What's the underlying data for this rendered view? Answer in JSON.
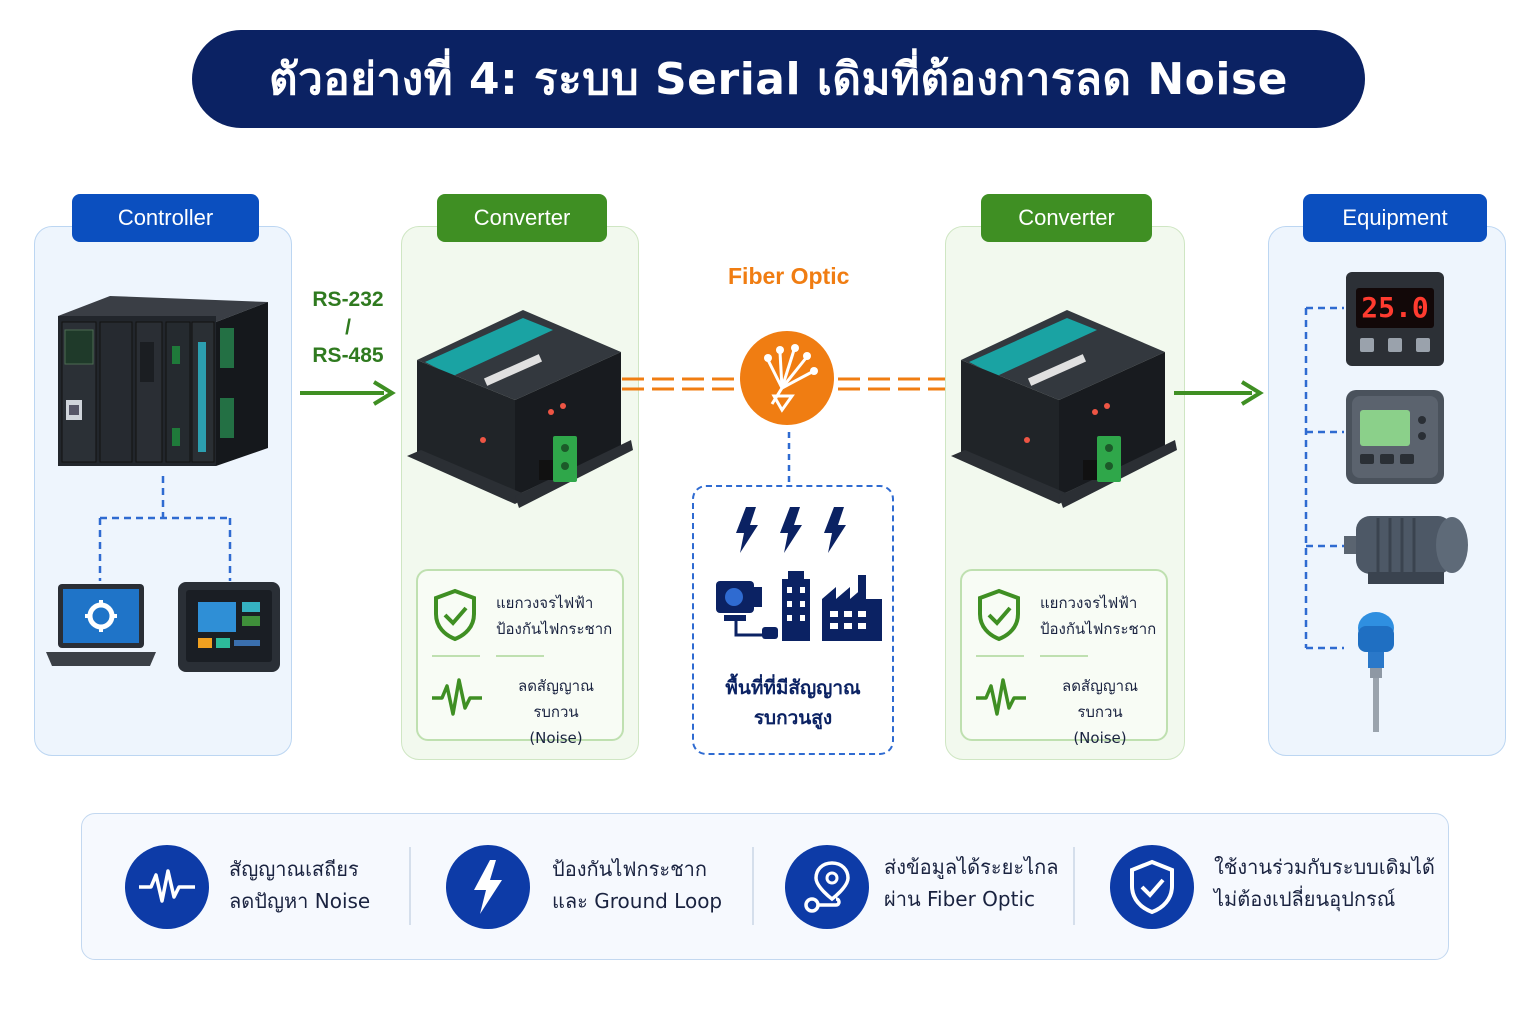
{
  "title": "ตัวอย่างที่ 4: ระบบ Serial เดิมที่ต้องการลด Noise",
  "nodes": {
    "controller": "Controller",
    "converter_left": "Converter",
    "converter_right": "Converter",
    "equipment": "Equipment"
  },
  "links": {
    "rs_line1": "RS-232",
    "rs_line2": "/",
    "rs_line3": "RS-485",
    "fiber": "Fiber Optic"
  },
  "converter_features": {
    "isolation_line1": "แยกวงจรไฟฟ้า",
    "isolation_line2": "ป้องกันไฟกระชาก",
    "noise_line1": "ลดสัญญาณรบกวน",
    "noise_line2": "(Noise)"
  },
  "equipment_display": "25.0",
  "noise_zone": {
    "line1": "พื้นที่ที่มีสัญญาณ",
    "line2": "รบกวนสูง"
  },
  "benefits": [
    {
      "line1": "สัญญาณเสถียร",
      "line2": "ลดปัญหา Noise",
      "icon": "waveform-icon"
    },
    {
      "line1": "ป้องกันไฟกระชาก",
      "line2": "และ Ground Loop",
      "icon": "lightning-icon"
    },
    {
      "line1": "ส่งข้อมูลได้ระยะไกล",
      "line2": "ผ่าน Fiber Optic",
      "icon": "route-pin-icon"
    },
    {
      "line1": "ใช้งานร่วมกับระบบเดิมได้",
      "line2": "ไม่ต้องเปลี่ยนอุปกรณ์",
      "icon": "shield-check-icon"
    }
  ],
  "colors": {
    "navy": "#0b2263",
    "blue": "#0b4fbf",
    "green": "#3f8f23",
    "orange": "#f07d12"
  }
}
